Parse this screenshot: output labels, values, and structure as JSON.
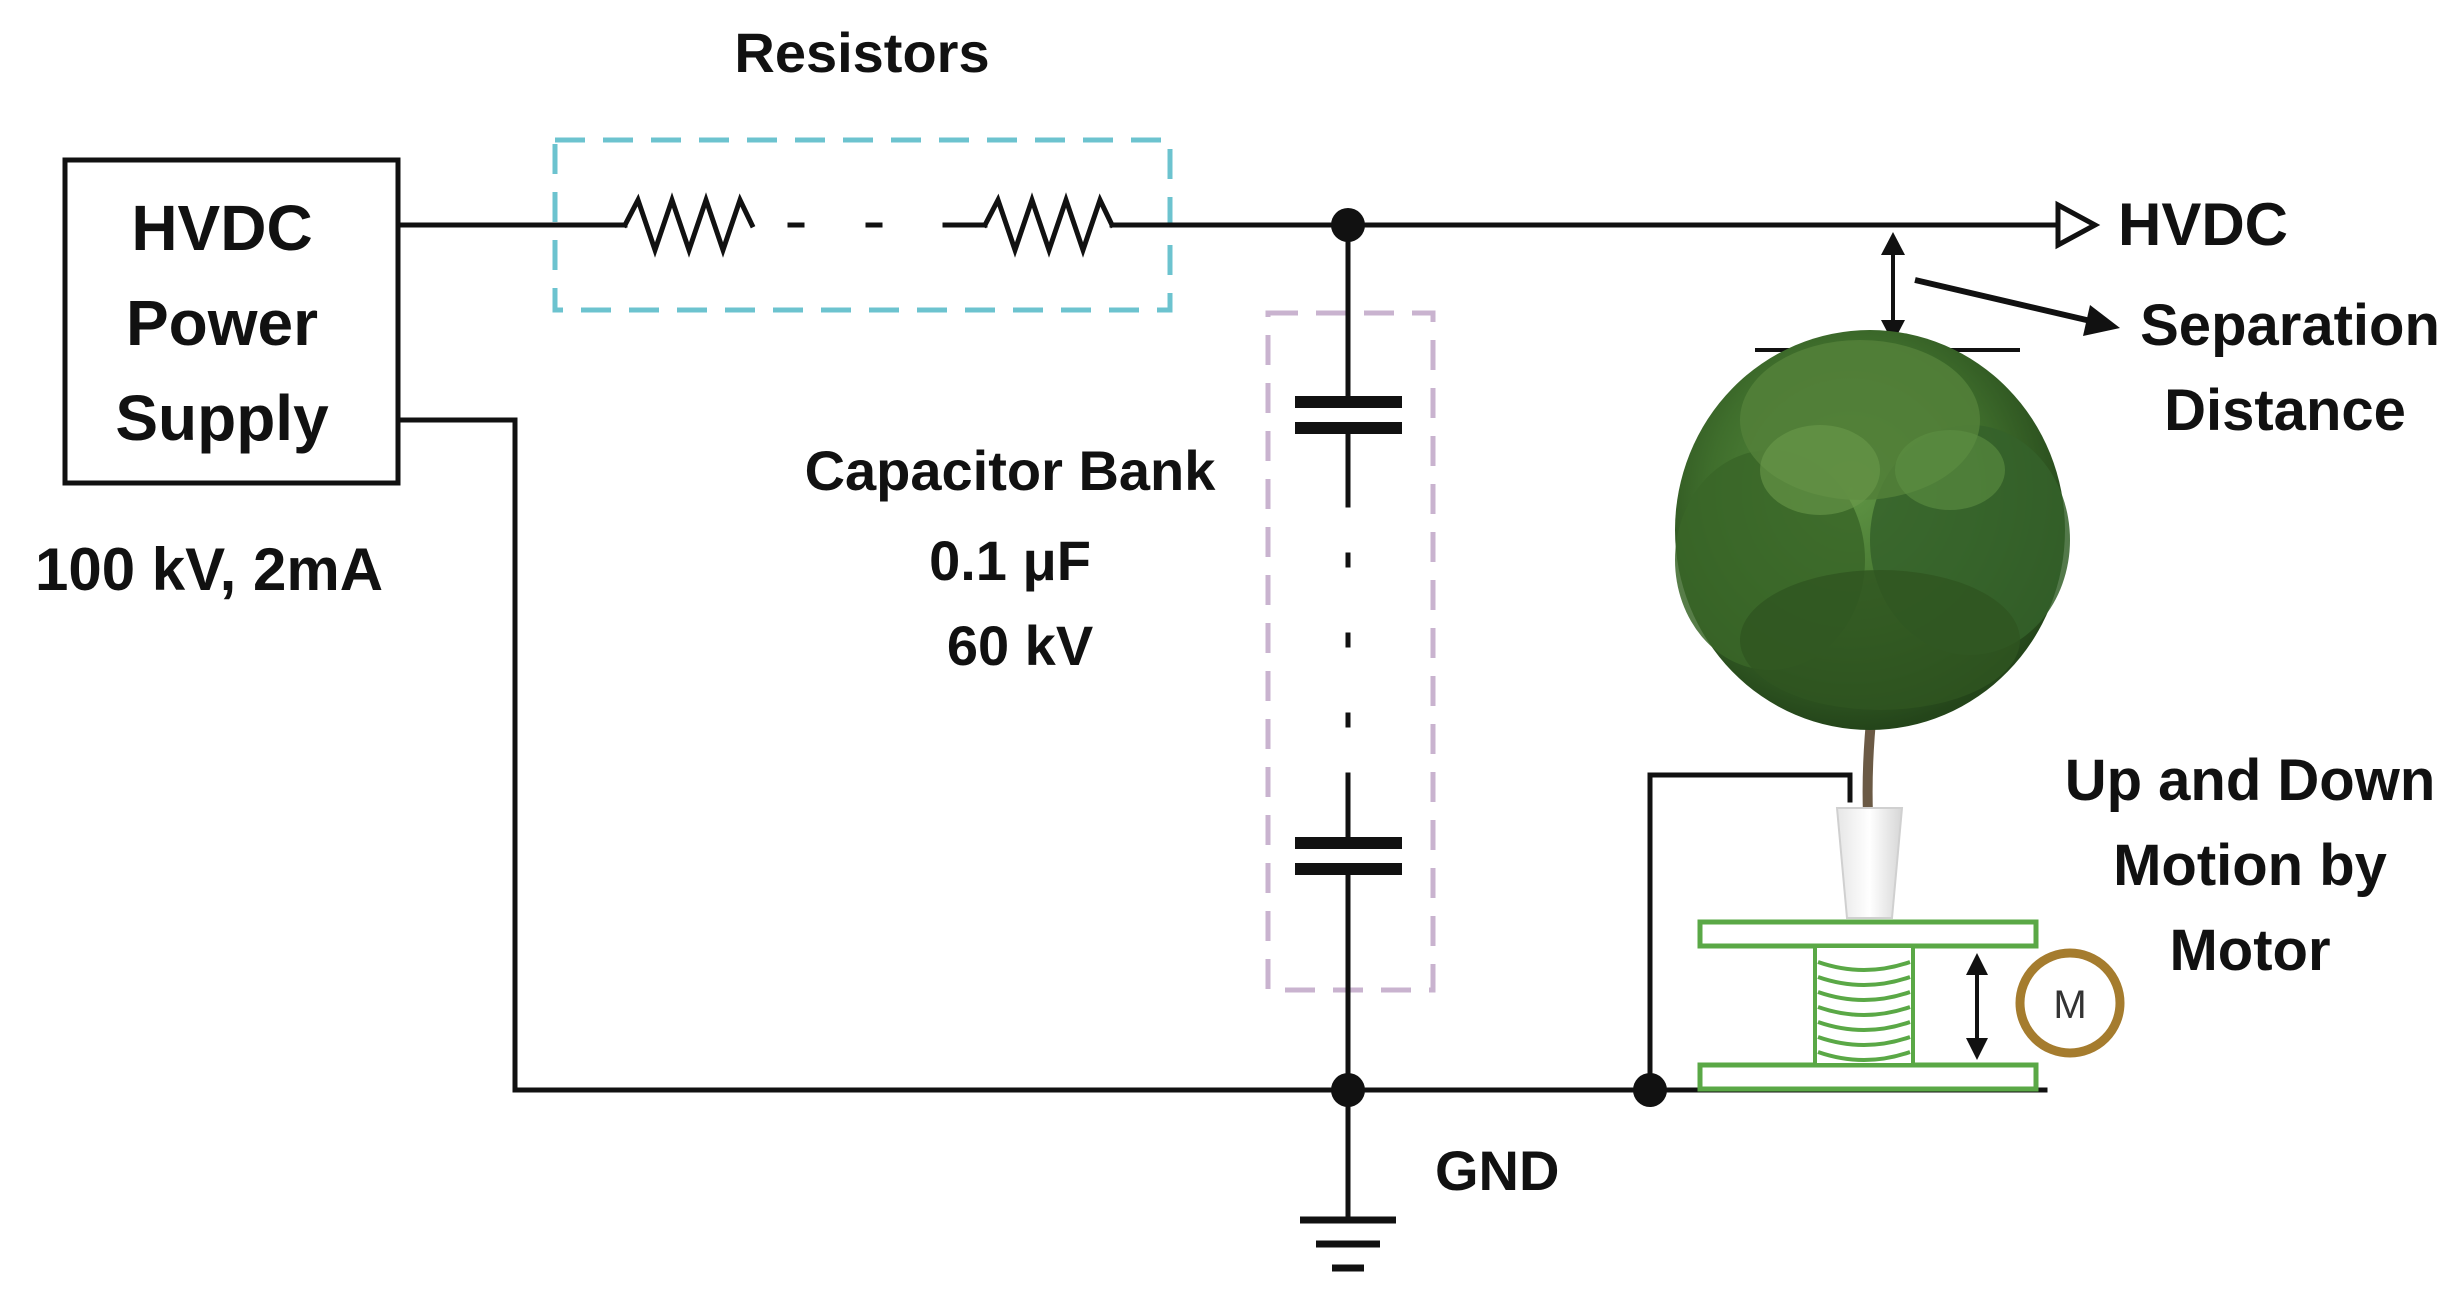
{
  "power_supply": {
    "line1": "HVDC",
    "line2": "Power",
    "line3": "Supply",
    "rating": "100 kV, 2mA"
  },
  "resistors": {
    "label": "Resistors"
  },
  "capacitor_bank": {
    "line1": "Capacitor Bank",
    "line2": "0.1 μF",
    "line3": "60 kV"
  },
  "hvdc_output": {
    "label": "HVDC"
  },
  "separation": {
    "line1": "Separation",
    "line2": "Distance"
  },
  "ground": {
    "label": "GND"
  },
  "motion": {
    "line1": "Up and Down",
    "line2": "Motion by",
    "line3": "Motor"
  },
  "motor": {
    "symbol": "M"
  },
  "colors": {
    "resistor_box": "#6cc3cf",
    "capacitor_box": "#c9b3cf",
    "stage": "#5aa846",
    "motor_ring": "#a57c2e",
    "foliage": "#3f6e2c"
  }
}
